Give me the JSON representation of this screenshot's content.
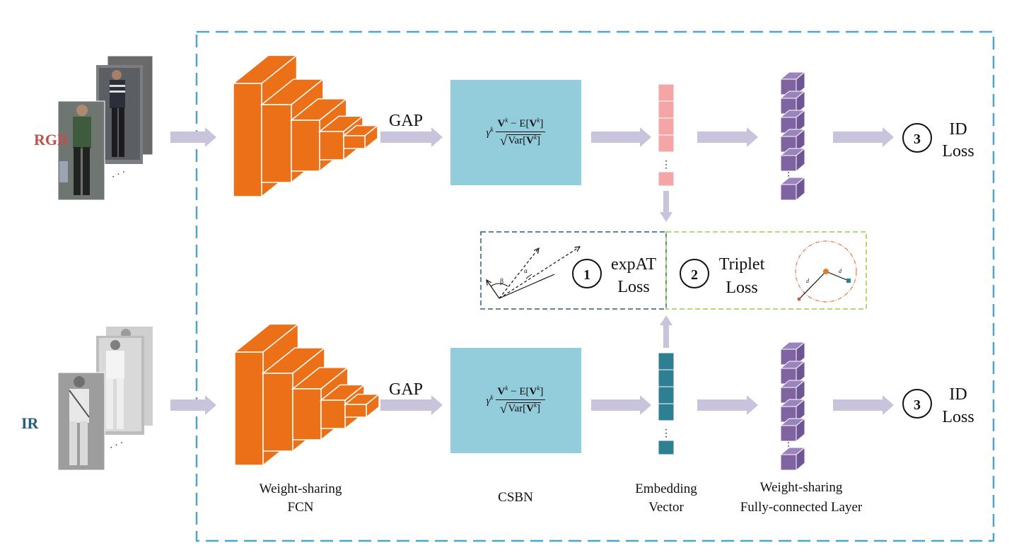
{
  "inputs": {
    "rgb_label": "RGB",
    "ir_label": "IR",
    "ellipsis": "· · ·"
  },
  "stages": {
    "gap_label": "GAP",
    "csbn_formula": {
      "gamma": "γ",
      "superscript": "k",
      "numerator_V": "V",
      "numerator_mid": " − E[",
      "numerator_end": "]",
      "denominator_radical": "√",
      "denominator_pre": "Var[",
      "denominator_end": "]"
    },
    "vector_ellipsis": "⋮",
    "fc_ellipsis": "⋮"
  },
  "losses": {
    "id_number": "3",
    "id_label_line1": "ID",
    "id_label_line2": "Loss",
    "expat_number": "1",
    "expat_line1": "expAT",
    "expat_line2": "Loss",
    "triplet_number": "2",
    "triplet_line1": "Triplet",
    "triplet_line2": "Loss",
    "angle_beta": "β",
    "angle_alpha": "α",
    "dist_a": "d",
    "dist_p": "d"
  },
  "captions": {
    "fcn_line1": "Weight-sharing",
    "fcn_line2": "FCN",
    "csbn": "CSBN",
    "embedding_line1": "Embedding",
    "embedding_line2": "Vector",
    "fc_line1": "Weight-sharing",
    "fc_line2": "Fully-connected Layer"
  },
  "colors": {
    "rgb_text": "#c0504d",
    "ir_text": "#1f5f7a",
    "outer_dash": "#4aa7c9",
    "arrow": "#c9c3dc",
    "cnn_face": "#ec7017",
    "csbn_fill": "#93cddc",
    "rgb_vector": "#f4a6a6",
    "ir_vector": "#2e7f91",
    "fc_block": "#8064a2",
    "expat_dash": "#2a5f7a",
    "triplet_dash": "#92d050"
  }
}
